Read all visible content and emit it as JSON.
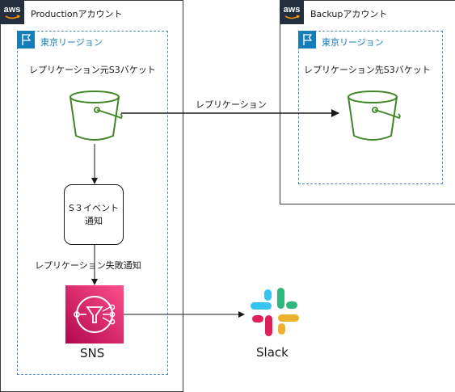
{
  "production_account": {
    "title": "Productionアカウント",
    "region_title": "東京リージョン",
    "bucket_label": "レプリケーション元S3バケット",
    "s3_event_lines": [
      "S３イベント",
      "通知"
    ],
    "failure_label": "レプリケーション失敗通知",
    "sns_label": "SNS"
  },
  "backup_account": {
    "title": "Backupアカウント",
    "region_title": "東京リージョン",
    "bucket_label": "レプリケーション先S3バケット"
  },
  "replication_label": "レプリケーション",
  "slack_label": "Slack",
  "aws_badge_text": "aws",
  "colors": {
    "s3_green": "#3f8624",
    "region_blue": "#147eba",
    "aws_dark": "#232f3e",
    "sns_pink": "#e7157b"
  },
  "icons": [
    "aws-logo-icon",
    "region-flag-icon",
    "s3-bucket-icon",
    "sns-icon",
    "slack-logo-icon"
  ]
}
